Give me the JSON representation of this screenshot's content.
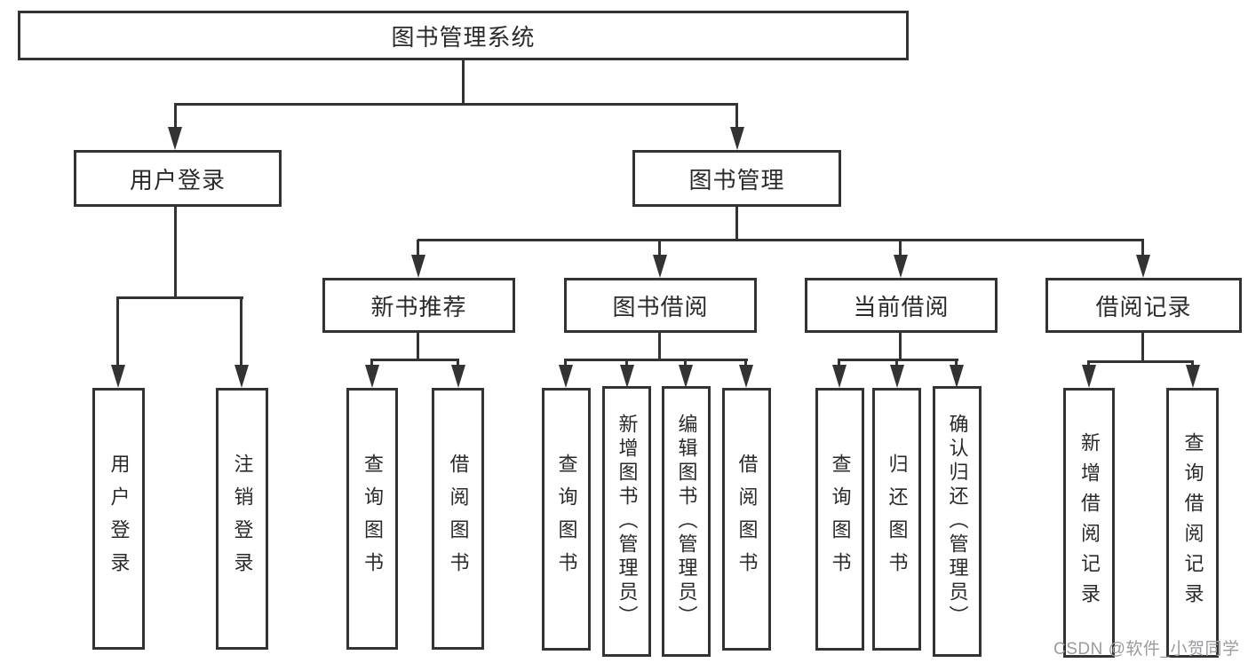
{
  "tree": {
    "root": "图书管理系统",
    "branches": [
      {
        "label": "用户登录",
        "children": [
          {
            "label": "用户登录"
          },
          {
            "label": "注销登录"
          }
        ]
      },
      {
        "label": "图书管理",
        "children": [
          {
            "label": "新书推荐",
            "children": [
              {
                "label": "查询图书"
              },
              {
                "label": "借阅图书"
              }
            ]
          },
          {
            "label": "图书借阅",
            "children": [
              {
                "label": "查询图书"
              },
              {
                "label": "新增图书（管理员）"
              },
              {
                "label": "编辑图书（管理员）"
              },
              {
                "label": "借阅图书"
              }
            ]
          },
          {
            "label": "当前借阅",
            "children": [
              {
                "label": "查询图书"
              },
              {
                "label": "归还图书"
              },
              {
                "label": "确认归还（管理员）"
              }
            ]
          },
          {
            "label": "借阅记录",
            "children": [
              {
                "label": "新增借阅记录"
              },
              {
                "label": "查询借阅记录"
              }
            ]
          }
        ]
      }
    ]
  },
  "watermark": "CSDN @软件_小贺同学",
  "colors": {
    "line": "#333333",
    "text": "#2a2a2a",
    "watermark": "#9b9b9f",
    "background": "#ffffff"
  }
}
